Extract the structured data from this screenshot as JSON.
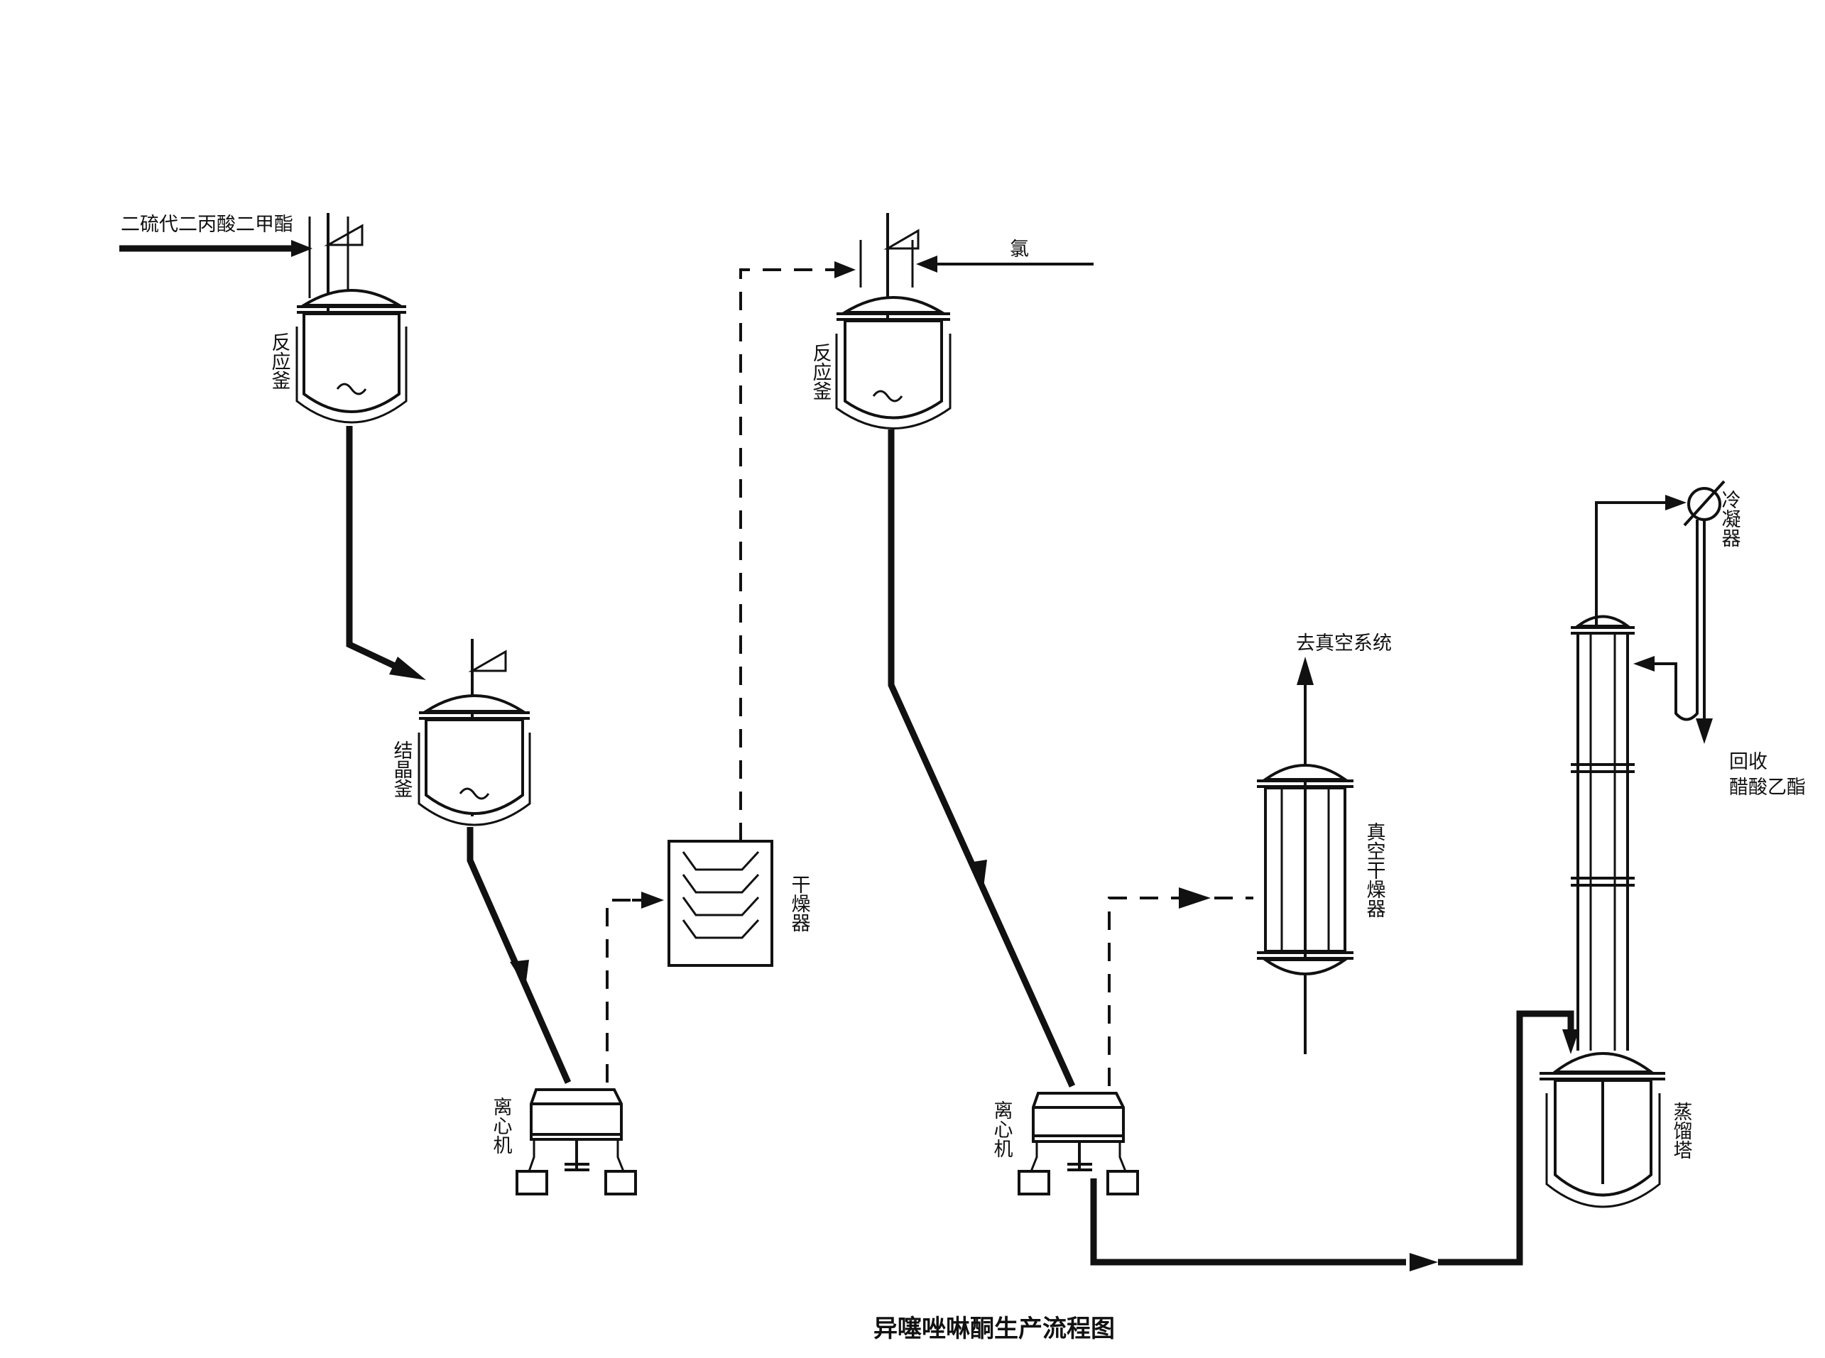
{
  "title": "异噻唑啉酮生产流程图",
  "inputs": {
    "feed": "二硫代二丙酸二甲酯",
    "chlorine": "氯"
  },
  "equipment": {
    "reactor_1": "反应釜",
    "crystallizer": "结晶釜",
    "centrifuge_1": "离心机",
    "dryer": "干燥器",
    "reactor_2": "反应釜",
    "centrifuge_2": "离心机",
    "vacuum_dryer": "真空干燥器",
    "condenser": "冷凝器",
    "distillation_tower": "蒸馏塔"
  },
  "outputs": {
    "vacuum": "去真空系统",
    "recovery_line1": "回收",
    "recovery_line2": "醋酸乙酯"
  }
}
